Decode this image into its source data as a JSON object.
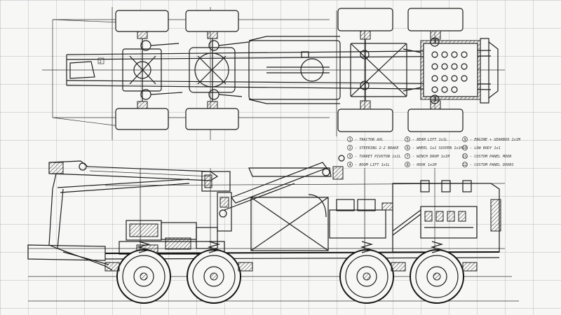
{
  "sheet": {
    "ink_color": "#222222",
    "paper_color": "#f7f7f5",
    "grid_color": "#96a0af"
  },
  "legend": {
    "items": [
      {
        "num": "1",
        "text": "- TRACTOR AXL"
      },
      {
        "num": "2",
        "text": "- STEERING 2-2 BRAKE"
      },
      {
        "num": "3",
        "text": "- TURRET PIVOTON 1x1L"
      },
      {
        "num": "4",
        "text": "- BOOM LIFT 1x1L"
      },
      {
        "num": "5",
        "text": "- BEAM LIFT 1x1L"
      },
      {
        "num": "6",
        "text": "- WHEEL 1x1 SUSPEN 1x1M"
      },
      {
        "num": "7",
        "text": "- WINCH DRUM 1x1M"
      },
      {
        "num": "8",
        "text": "- HOOK 1x1M"
      },
      {
        "num": "9",
        "text": "- ENGINE + GEARBOX 1x1M"
      },
      {
        "num": "10",
        "text": "- LOW BODY 1x1"
      },
      {
        "num": "11",
        "text": "- CUSTOM PANEL MOOR"
      },
      {
        "num": "12",
        "text": "- CUSTOM PANEL DOORS"
      }
    ]
  },
  "plan_view": {
    "marker": "2"
  }
}
